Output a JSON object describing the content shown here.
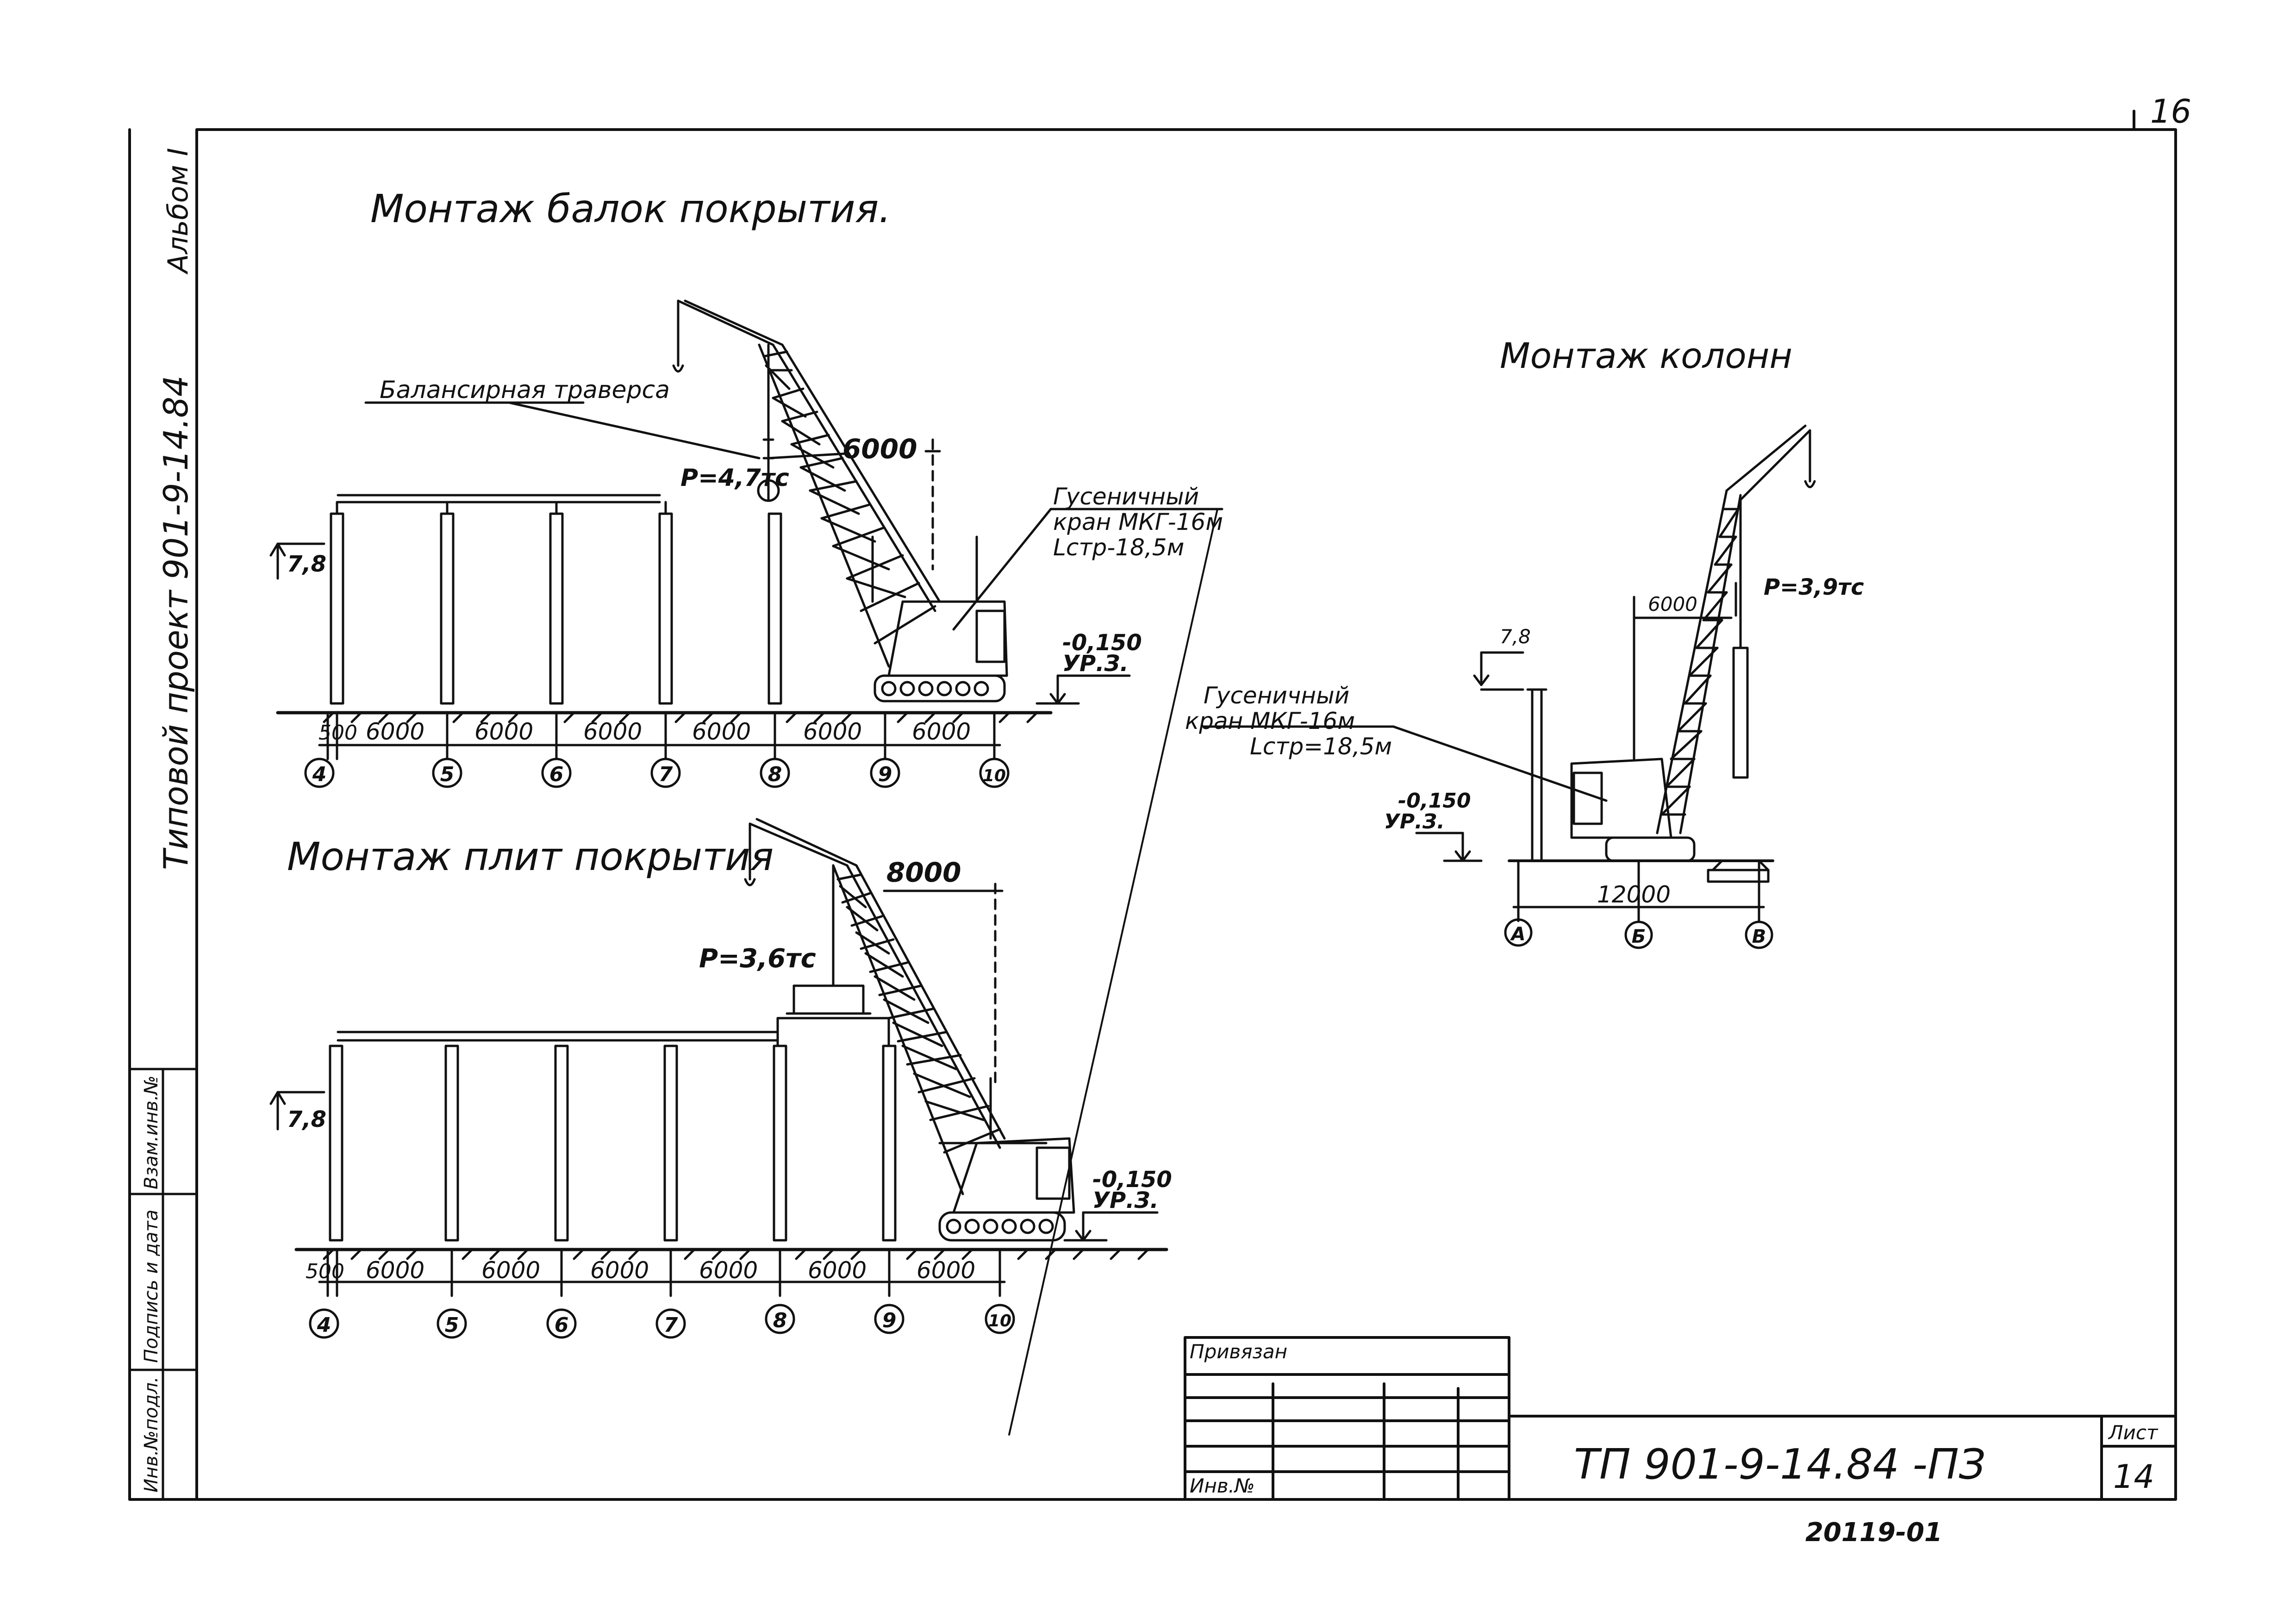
{
  "sheet_number_top": "16",
  "side_album": "Альбом I",
  "side_project": "Типовой проект 901-9-14.84",
  "side_stamp_cols": [
    "Инв.№подл.",
    "Подпись и дата",
    "Взам.инв.№"
  ],
  "beams": {
    "title": "Монтаж балок покрытия.",
    "traverse_label": "Балансирная траверса",
    "load": "P=4,7тс",
    "reach": "6000",
    "crane_label": [
      "Гусеничный",
      "кран МКГ-16м",
      "Lстр-18,5м"
    ],
    "height": "7,8",
    "level": "-0,150",
    "level_unit": "УР.З.",
    "spans": [
      "500",
      "6000",
      "6000",
      "6000",
      "6000",
      "6000",
      "6000"
    ],
    "axes": [
      "4",
      "5",
      "6",
      "7",
      "8",
      "9",
      "10"
    ]
  },
  "slabs": {
    "title": "Монтаж плит покрытия",
    "load": "P=3,6тс",
    "reach": "8000",
    "height": "7,8",
    "level": "-0,150",
    "level_unit": "УР.З.",
    "spans": [
      "500",
      "6000",
      "6000",
      "6000",
      "6000",
      "6000",
      "6000"
    ],
    "axes": [
      "4",
      "5",
      "6",
      "7",
      "8",
      "9",
      "10"
    ]
  },
  "columns": {
    "title": "Монтаж колонн",
    "load": "P=3,9тс",
    "reach": "6000",
    "height": "7,8",
    "crane_label": [
      "Гусеничный",
      "кран МКГ-16м",
      "Lстр=18,5м"
    ],
    "level": "-0,150",
    "level_unit": "УР.З.",
    "span": "12000",
    "axes": [
      "А",
      "Б",
      "В"
    ]
  },
  "stamp": {
    "bound_label": "Привязан",
    "inv_label": "Инв.№",
    "code": "ТП 901-9-14.84 -ПЗ",
    "sheet_label": "Лист",
    "sheet_no": "14",
    "order_no": "20119-01"
  }
}
